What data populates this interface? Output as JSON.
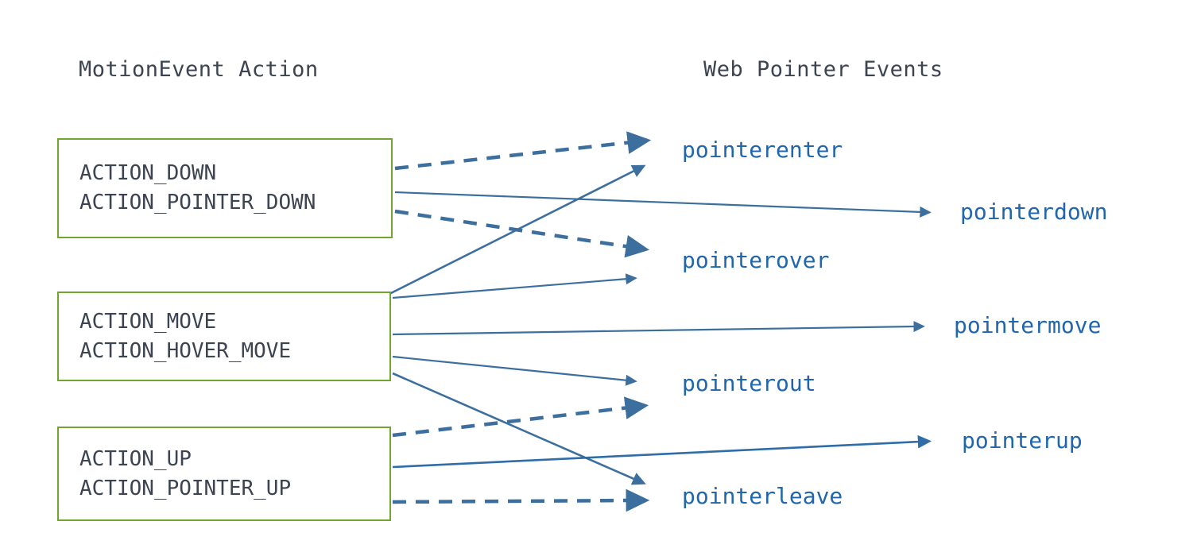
{
  "headings": {
    "left": "MotionEvent Action",
    "right": "Web Pointer Events"
  },
  "colors": {
    "box_border": "#70A52E",
    "box_text": "#3b4450",
    "heading_text": "#3b4450",
    "event_text": "#1F66AE",
    "arrow": "#3D6F9E",
    "background": "#ffffff"
  },
  "action_boxes": [
    {
      "id": "box-down",
      "lines": [
        "ACTION_DOWN",
        "ACTION_POINTER_DOWN"
      ]
    },
    {
      "id": "box-move",
      "lines": [
        "ACTION_MOVE",
        "ACTION_HOVER_MOVE"
      ]
    },
    {
      "id": "box-up",
      "lines": [
        "ACTION_UP",
        "ACTION_POINTER_UP"
      ]
    }
  ],
  "pointer_events": [
    {
      "id": "pointerenter",
      "label": "pointerenter"
    },
    {
      "id": "pointerdown",
      "label": "pointerdown"
    },
    {
      "id": "pointerover",
      "label": "pointerover"
    },
    {
      "id": "pointermove",
      "label": "pointermove"
    },
    {
      "id": "pointerout",
      "label": "pointerout"
    },
    {
      "id": "pointerup",
      "label": "pointerup"
    },
    {
      "id": "pointerleave",
      "label": "pointerleave"
    }
  ],
  "connections": [
    {
      "from": "ACTION_DOWN / ACTION_POINTER_DOWN",
      "to": "pointerenter",
      "style": "dashed"
    },
    {
      "from": "ACTION_DOWN / ACTION_POINTER_DOWN",
      "to": "pointerdown",
      "style": "solid"
    },
    {
      "from": "ACTION_DOWN / ACTION_POINTER_DOWN",
      "to": "pointerover",
      "style": "dashed"
    },
    {
      "from": "ACTION_MOVE / ACTION_HOVER_MOVE",
      "to": "pointerenter",
      "style": "solid"
    },
    {
      "from": "ACTION_MOVE / ACTION_HOVER_MOVE",
      "to": "pointerover",
      "style": "solid"
    },
    {
      "from": "ACTION_MOVE / ACTION_HOVER_MOVE",
      "to": "pointermove",
      "style": "solid"
    },
    {
      "from": "ACTION_MOVE / ACTION_HOVER_MOVE",
      "to": "pointerout",
      "style": "solid"
    },
    {
      "from": "ACTION_MOVE / ACTION_HOVER_MOVE",
      "to": "pointerleave",
      "style": "solid"
    },
    {
      "from": "ACTION_UP / ACTION_POINTER_UP",
      "to": "pointerout",
      "style": "dashed"
    },
    {
      "from": "ACTION_UP / ACTION_POINTER_UP",
      "to": "pointerup",
      "style": "solid"
    },
    {
      "from": "ACTION_UP / ACTION_POINTER_UP",
      "to": "pointerleave",
      "style": "dashed"
    }
  ]
}
